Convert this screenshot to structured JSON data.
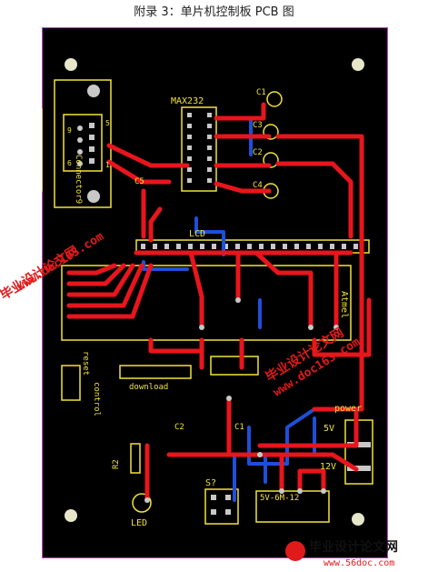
{
  "caption": "附录 3：单片机控制板 PCB 图",
  "labels": {
    "max232": "MAX232",
    "connector": "Connector9",
    "conn_pin5": "5",
    "conn_pin9": "9",
    "conn_pin6": "6",
    "conn_pin1": "1",
    "c1_top": "C1",
    "c2_top": "C2",
    "c3_top": "C3",
    "c4_top": "C4",
    "c5": "C5",
    "lcd": "LCD",
    "atmel": "Atmel",
    "reset": "reset",
    "control": "control",
    "download": "download",
    "power": "power",
    "v5": "5V",
    "v12": "12V",
    "c1_bottom": "C1",
    "c2_bottom": "C2",
    "r2": "R2",
    "led": "LED",
    "s7": "S?",
    "regulator": "5V-6M-12"
  },
  "watermarks": {
    "site1": "毕业设计论文网",
    "site2": "www.doc163.com",
    "footer_cn": "毕业设计论文网",
    "footer_url": "www.56doc.com"
  },
  "colors": {
    "board": "#000000",
    "top_trace": "#e8151d",
    "bottom_trace": "#1f4fd8",
    "pad": "#c8c8c8",
    "silk": "#f2e23a",
    "watermark": "#e01a1a"
  }
}
